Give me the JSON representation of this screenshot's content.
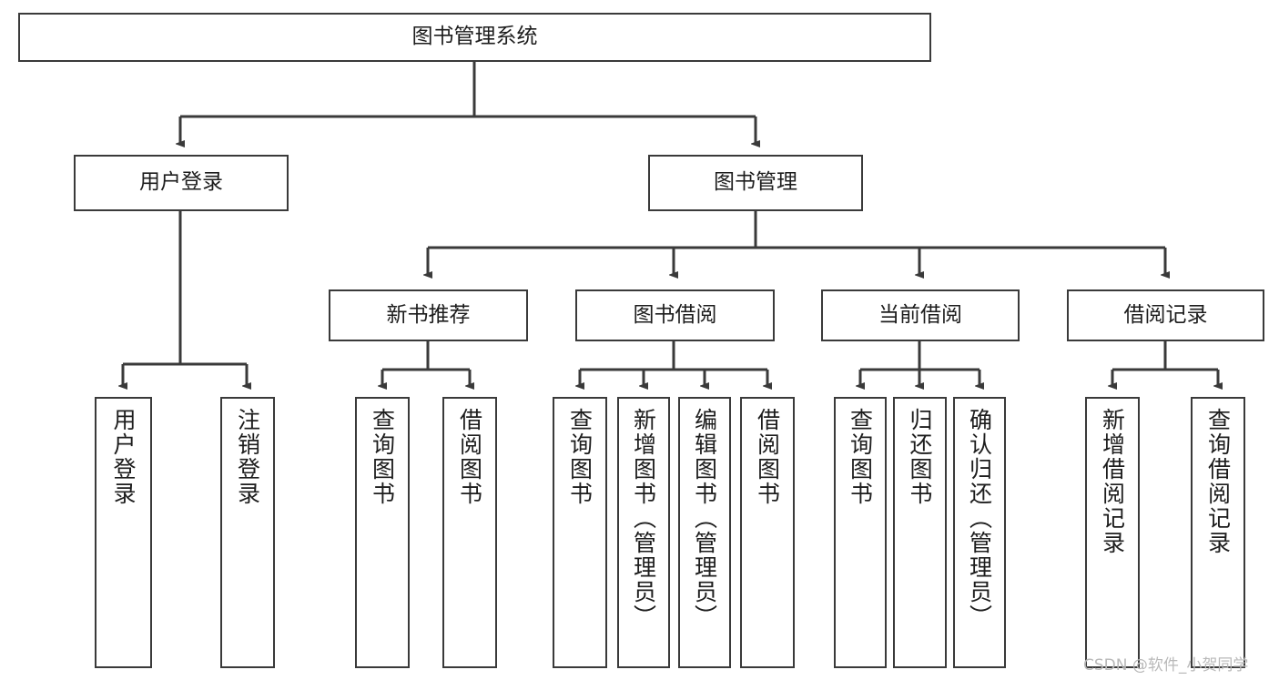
{
  "diagram": {
    "title": "图书管理系统",
    "type": "tree-hierarchy-chart",
    "watermark": "CSDN @软件_小贺同学",
    "colors": {
      "box_border": "#3a3a3a",
      "box_fill": "#ffffff",
      "connector": "#3a3a3a",
      "text": "#1d1d1d",
      "watermark": "#b9b9b9",
      "background": "#ffffff"
    },
    "root": {
      "label": "图书管理系统"
    },
    "level2": [
      {
        "label": "用户登录"
      },
      {
        "label": "图书管理"
      }
    ],
    "level3": [
      {
        "label": "新书推荐"
      },
      {
        "label": "图书借阅"
      },
      {
        "label": "当前借阅"
      },
      {
        "label": "借阅记录"
      }
    ],
    "leaves": {
      "user_login": [
        {
          "label": "用户登录"
        },
        {
          "label": "注销登录"
        }
      ],
      "new_book_recommend": [
        {
          "label": "查询图书"
        },
        {
          "label": "借阅图书"
        }
      ],
      "book_borrow": [
        {
          "label": "查询图书"
        },
        {
          "label": "新增图书（管理员）"
        },
        {
          "label": "编辑图书（管理员）"
        },
        {
          "label": "借阅图书"
        }
      ],
      "current_borrow": [
        {
          "label": "查询图书"
        },
        {
          "label": "归还图书"
        },
        {
          "label": "确认归还（管理员）"
        }
      ],
      "borrow_record": [
        {
          "label": "新增借阅记录"
        },
        {
          "label": "查询借阅记录"
        }
      ]
    }
  }
}
